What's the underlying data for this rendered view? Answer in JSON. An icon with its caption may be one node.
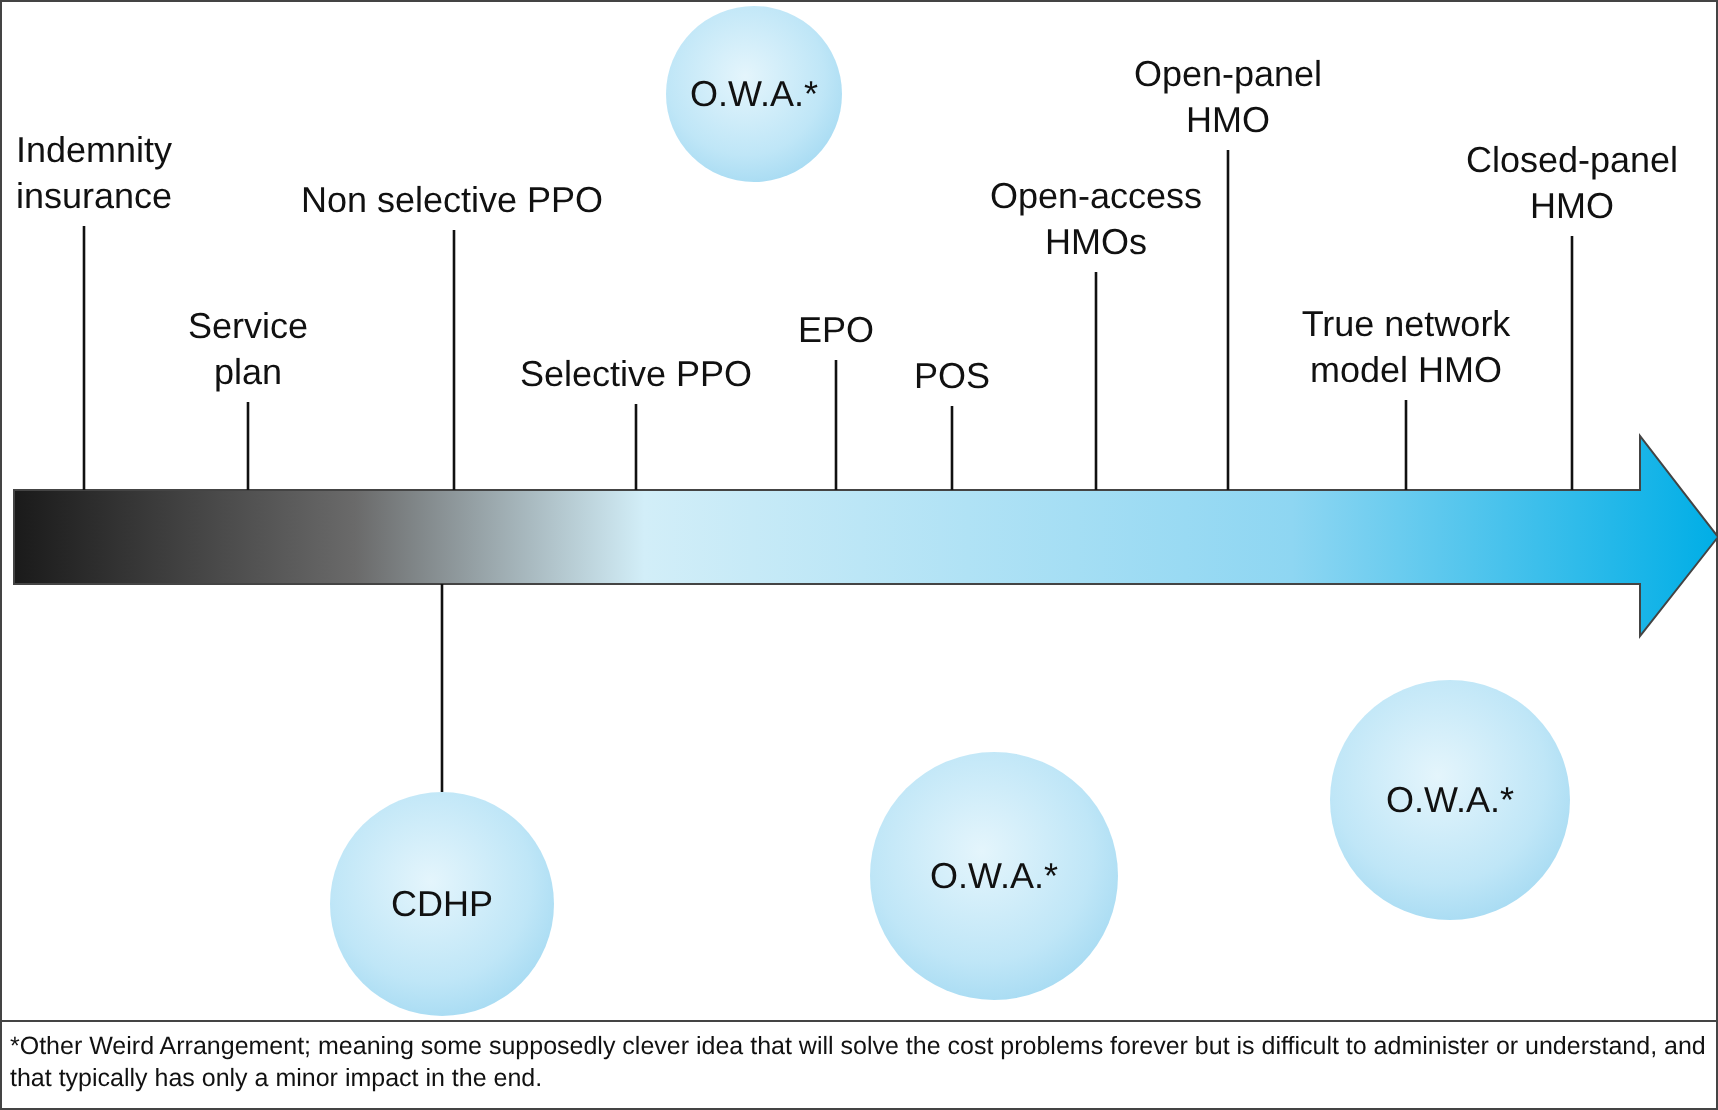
{
  "diagram": {
    "caption": "*Other Weird Arrangement; meaning some supposedly clever idea that will solve the cost problems forever but is difficult to administer or understand, and that typically has only a minor impact in the end.",
    "nodes": [
      {
        "text": [],
        "shape": "arrow"
      },
      {
        "text": [
          "Indemnity insurance"
        ]
      },
      {
        "text": [
          "Service plan"
        ]
      },
      {
        "text": [
          "Non selective PPO"
        ]
      },
      {
        "text": [
          "Selective PPO"
        ]
      },
      {
        "text": [
          "EPO"
        ]
      },
      {
        "text": [
          "POS"
        ]
      },
      {
        "text": [
          "Open-access HMOs"
        ]
      },
      {
        "text": [
          "Open-panel HMO"
        ]
      },
      {
        "text": [
          "True network model HMO"
        ]
      },
      {
        "text": [
          "Closed-panel HMO"
        ]
      },
      {
        "text": [
          "O.W.A.*"
        ]
      },
      {
        "text": [
          "CDHP"
        ]
      },
      {
        "text": [
          "O.W.A.*"
        ]
      },
      {
        "text": [
          "O.W.A.*"
        ]
      }
    ],
    "edges": [
      {
        "from": 1,
        "to": 0,
        "arrow": "none"
      },
      {
        "from": 2,
        "to": 0,
        "arrow": "none"
      },
      {
        "from": 3,
        "to": 0,
        "arrow": "none"
      },
      {
        "from": 4,
        "to": 0,
        "arrow": "none"
      },
      {
        "from": 5,
        "to": 0,
        "arrow": "none"
      },
      {
        "from": 6,
        "to": 0,
        "arrow": "none"
      },
      {
        "from": 7,
        "to": 0,
        "arrow": "none"
      },
      {
        "from": 8,
        "to": 0,
        "arrow": "none"
      },
      {
        "from": 9,
        "to": 0,
        "arrow": "none"
      },
      {
        "from": 10,
        "to": 0,
        "arrow": "none"
      },
      {
        "from": 12,
        "to": 0,
        "arrow": "none"
      }
    ]
  }
}
